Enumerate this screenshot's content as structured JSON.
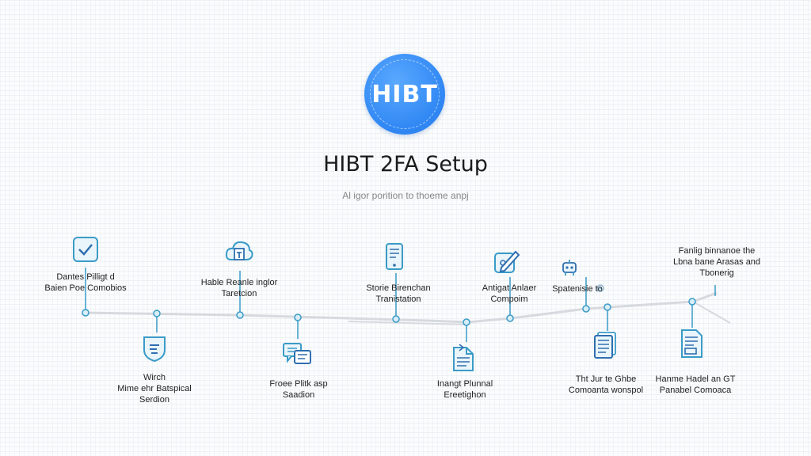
{
  "logo": {
    "text": "HIBT",
    "color": "#2f86f3"
  },
  "title": "HIBT 2FA Setup",
  "subtitle": "Al igor porition to thoeme anpj",
  "timeline": {
    "line_color": "#d6dadf",
    "accent": "#3a9bc7",
    "steps": [
      {
        "icon": "checkbox-icon",
        "lines": [
          "Dantes Pilligt d",
          "Baien Poe Comobios"
        ]
      },
      {
        "icon": "shield-icon",
        "lines": [
          "Wirch",
          "Mime ehr Batspical",
          "Serdion"
        ]
      },
      {
        "icon": "cloud-document-icon",
        "lines": [
          "Hable Reanle inglor",
          "Taretcion"
        ]
      },
      {
        "icon": "chat-bubbles-icon",
        "lines": [
          "Froee Plitk asp",
          "Saadion"
        ]
      },
      {
        "icon": "phone-document-icon",
        "lines": [
          "Storie Birenchan",
          "Tranistation"
        ]
      },
      {
        "icon": "document-list-icon",
        "lines": [
          "Inangt Plunnal",
          "Ereetighon"
        ]
      },
      {
        "icon": "pen-key-icon",
        "lines": [
          "Antigat Anlaer",
          "Compoim"
        ]
      },
      {
        "icon": "robot-icon",
        "lines": [
          "Spatenisie to"
        ]
      },
      {
        "icon": "document-stack-icon",
        "lines": [
          "Tht Jur te Ghbe",
          "Comoanta wonspol"
        ]
      },
      {
        "icon": "report-icon",
        "lines": [
          "Hanme Hadel an GT",
          "Panabel Comoaca"
        ]
      },
      {
        "icon": "none",
        "lines": [
          "Fanlig binnanoe the",
          "Lbna bane Arasas and",
          "Tbonerig"
        ]
      }
    ]
  }
}
